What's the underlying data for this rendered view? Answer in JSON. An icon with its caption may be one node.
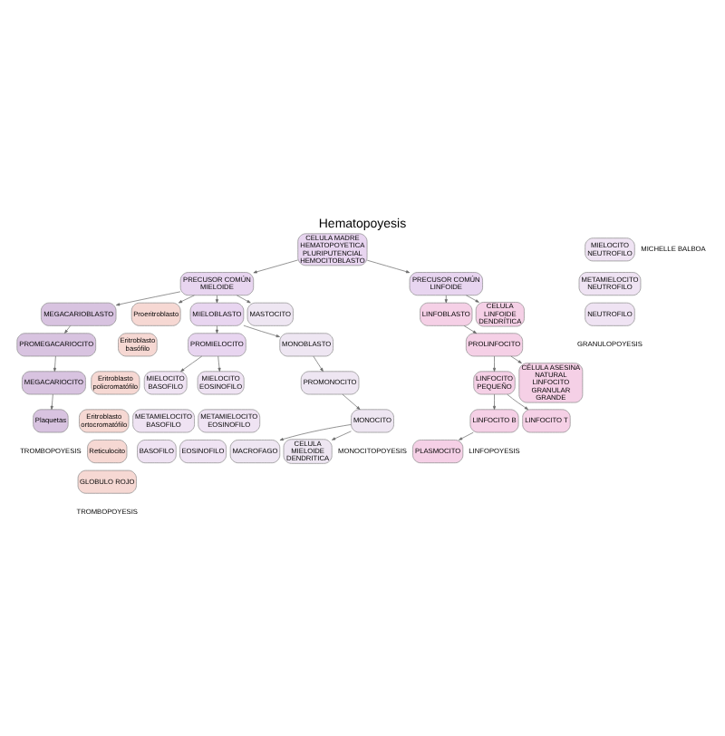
{
  "diagram": {
    "title": "Hematopoyesis",
    "nodes": [
      {
        "text": [
          "CELULA MADRE HEMATOPOYETICA PLURIPUTENCIAL HEMOCITOBLASTO"
        ]
      },
      {
        "text": [
          "PRECUSOR COMÚN MIELOIDE"
        ]
      },
      {
        "text": [
          "PRECUSOR COMÚN LINFOIDE"
        ]
      },
      {
        "text": [
          "MEGACARIOBLASTO"
        ]
      },
      {
        "text": [
          "Proeritroblasto"
        ]
      },
      {
        "text": [
          "Eritroblasto basófilo"
        ]
      },
      {
        "text": [
          "Eritroblasto policromatófilo"
        ]
      },
      {
        "text": [
          "Eritroblasto ortocromatófilo"
        ]
      },
      {
        "text": [
          "Reticulocito"
        ]
      },
      {
        "text": [
          "GLOBULO ROJO"
        ]
      },
      {
        "text": [
          "PROMEGACARIOCITO"
        ]
      },
      {
        "text": [
          "MEGACARIOCITO"
        ]
      },
      {
        "text": [
          "Plaquetas"
        ]
      },
      {
        "text": [
          "MIELOBLASTO"
        ]
      },
      {
        "text": [
          "PROMIELOCITO"
        ]
      },
      {
        "text": [
          "MIELOCITO BASOFILO"
        ]
      },
      {
        "text": [
          "MIELOCITO NEUTROFILO"
        ]
      },
      {
        "text": [
          "MIELOCITO EOSINOFILO"
        ]
      },
      {
        "text": [
          "METAMIELOCITO BASOFILO"
        ]
      },
      {
        "text": [
          "METAMIELOCITO NEUTROFILO"
        ]
      },
      {
        "text": [
          "METAMIELOCITO EOSINOFILO"
        ]
      },
      {
        "text": [
          "BASOFILO"
        ]
      },
      {
        "text": [
          "NEUTROFILO"
        ]
      },
      {
        "text": [
          "EOSINOFILO"
        ]
      },
      {
        "text": [
          "MONOBLASTO"
        ]
      },
      {
        "text": [
          "PROMONOCITO"
        ]
      },
      {
        "text": [
          "MONOCITO"
        ]
      },
      {
        "text": [
          "MASTOCITO"
        ]
      },
      {
        "text": [
          "MACROFAGO"
        ]
      },
      {
        "text": [
          "CELULA MIELOIDE DENDRITICA"
        ]
      },
      {
        "text": [
          "LINFOBLASTO"
        ]
      },
      {
        "text": [
          "PROLINFOCITO"
        ]
      },
      {
        "text": [
          "LINFOCITO PEQUEÑO"
        ]
      },
      {
        "text": [
          "CÉLULA ASESINA NATURAL LINFOCITO GRANULAR GRANDE"
        ]
      },
      {
        "text": [
          "LINFOCITO B"
        ]
      },
      {
        "text": [
          "LINFOCITO T"
        ]
      },
      {
        "text": [
          "PLASMOCITO"
        ]
      },
      {
        "text": [
          "CELULA LINFOIDE DENDRÍTICA"
        ]
      }
    ],
    "edges": [
      {
        "from": 0,
        "to": 1,
        "arrow": "to"
      },
      {
        "from": 0,
        "to": 2,
        "arrow": "to"
      },
      {
        "from": 1,
        "to": 3,
        "arrow": "to"
      },
      {
        "from": 1,
        "to": 4,
        "arrow": "to"
      },
      {
        "from": 1,
        "to": 13,
        "arrow": "to"
      },
      {
        "from": 1,
        "to": 27,
        "arrow": "to"
      },
      {
        "from": 3,
        "to": 10,
        "arrow": "to"
      },
      {
        "from": 10,
        "to": 11,
        "arrow": "to"
      },
      {
        "from": 11,
        "to": 12,
        "arrow": "to"
      },
      {
        "from": 13,
        "to": 14,
        "arrow": "to"
      },
      {
        "from": 13,
        "to": 24,
        "arrow": "to"
      },
      {
        "from": 14,
        "to": 15,
        "arrow": "to"
      },
      {
        "from": 14,
        "to": 17,
        "arrow": "to"
      },
      {
        "from": 24,
        "to": 25,
        "arrow": "to"
      },
      {
        "from": 25,
        "to": 26,
        "arrow": "to"
      },
      {
        "from": 26,
        "to": 28,
        "arrow": "to"
      },
      {
        "from": 26,
        "to": 29,
        "arrow": "to"
      },
      {
        "from": 2,
        "to": 30,
        "arrow": "to"
      },
      {
        "from": 2,
        "to": 37,
        "arrow": "to"
      },
      {
        "from": 30,
        "to": 31,
        "arrow": "to"
      },
      {
        "from": 31,
        "to": 32,
        "arrow": "to"
      },
      {
        "from": 31,
        "to": 33,
        "arrow": "to"
      },
      {
        "from": 32,
        "to": 34,
        "arrow": "to"
      },
      {
        "from": 32,
        "to": 35,
        "arrow": "to"
      },
      {
        "from": 34,
        "to": 36,
        "arrow": "to"
      }
    ],
    "labels": [
      "MICHELLE BALBOA",
      "TROMBOPOYESIS",
      "TROMBOPOYESIS",
      "GRANULOPOYESIS",
      "MONOCITOPOYESIS",
      "LINFOPOYESIS"
    ]
  }
}
